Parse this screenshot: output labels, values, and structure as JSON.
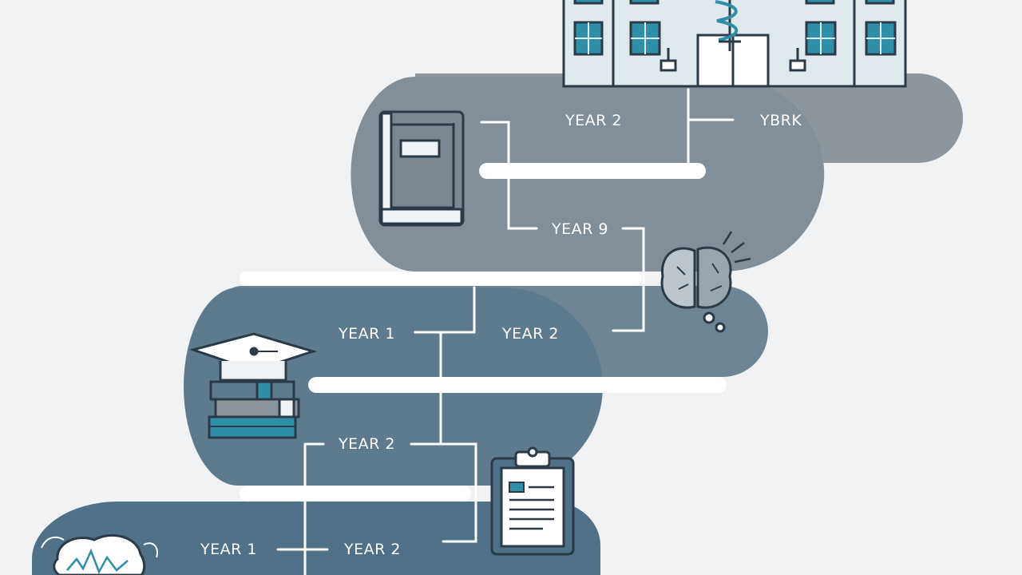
{
  "labels": {
    "row1_left": "YEAR 2",
    "row1_right": "YBRK",
    "row2": "YEAR 9",
    "row3_left": "YEAR 1",
    "row3_right": "YEAR 2",
    "row4": "YEAR 2",
    "row5_left": "YEAR 1",
    "row5_right": "YEAR 2"
  },
  "icons": [
    "hospital-icon",
    "caduceus-icon",
    "book-icon",
    "brain-icon",
    "graduation-cap-icon",
    "book-stack-icon",
    "clipboard-icon",
    "brain-scan-icon"
  ],
  "colors": {
    "background": "#f1f2f3",
    "band_1": "#8d969d",
    "band_2": "#838f98",
    "band_3": "#6f8593",
    "band_4": "#5e7b8d",
    "band_5": "#4e7187",
    "connector": "#ffffff",
    "icon_stroke": "#2b3a46",
    "icon_accent": "#2f8fa8"
  }
}
